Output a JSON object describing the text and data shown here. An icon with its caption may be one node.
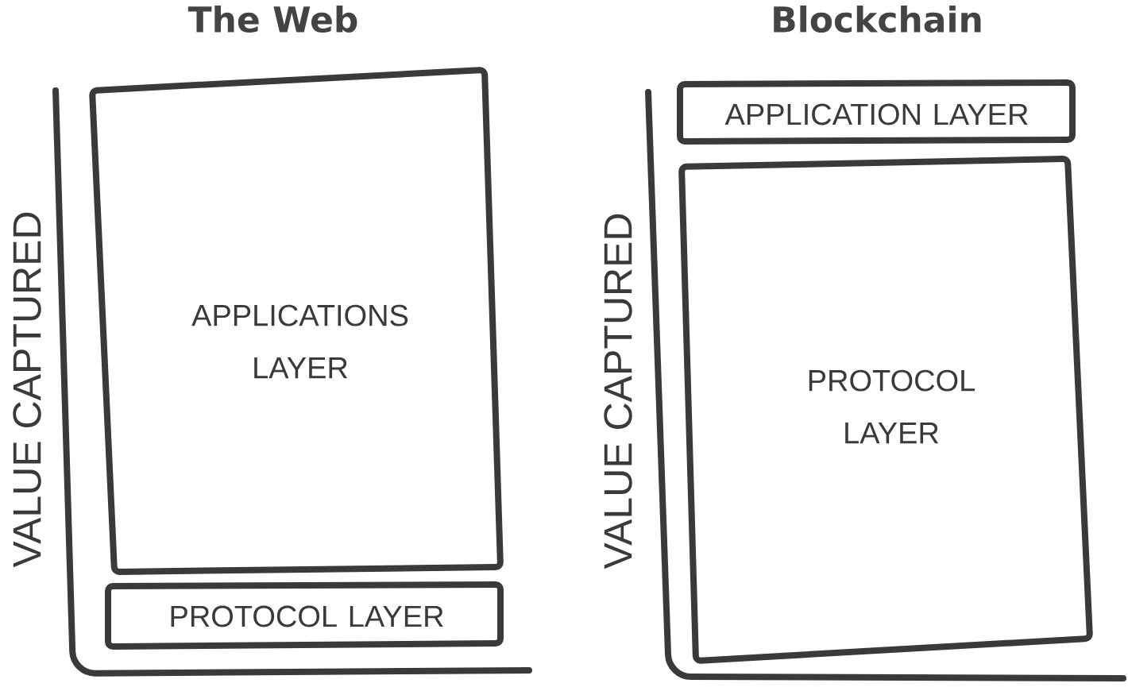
{
  "diagram": {
    "nodes": [
      {
        "text": [
          "APPLICATIONS LAYER"
        ]
      },
      {
        "text": [
          "PROTOCOL LAYER"
        ]
      },
      {
        "text": [
          "APPLICATION LAYER"
        ]
      },
      {
        "text": [
          "PROTOCOL LAYER"
        ]
      }
    ],
    "labels": [
      "The Web",
      "Blockchain",
      "VALUE CAPTURED",
      "VALUE CAPTURED"
    ]
  }
}
